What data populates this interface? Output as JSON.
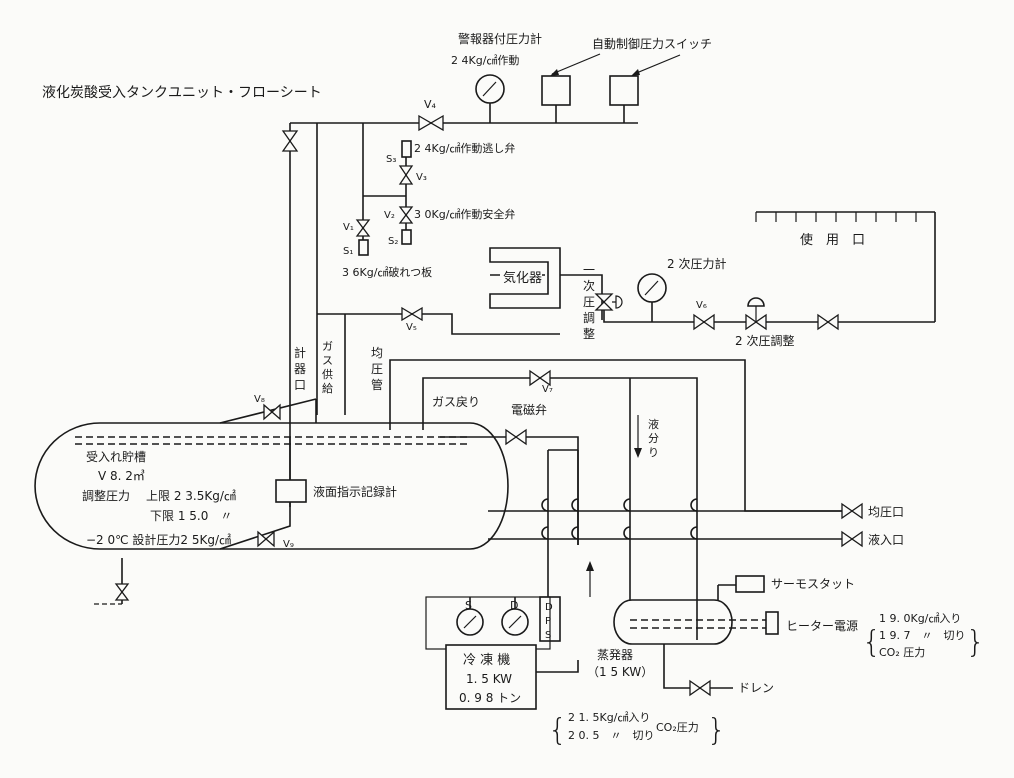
{
  "title": "液化炭酸受入タンクユニット・フローシート",
  "top": {
    "alarm_gauge": "警報器付圧力計",
    "alarm_gauge_note": "2 4Kg/㎠作動",
    "auto_switch": "自動制御圧力スイッチ"
  },
  "valves": {
    "v1": "V₁",
    "v2": "V₂",
    "v3": "V₃",
    "v4": "V₄",
    "v5": "V₅",
    "v6": "V₆",
    "v7": "V₇",
    "v8": "V₈",
    "v9": "V₉"
  },
  "safety": {
    "s1": "S₁",
    "s2": "S₂",
    "s3": "S₃",
    "relief": "2 4Kg/㎠作動逃し弁",
    "safety_valve": "3 0Kg/㎠作動安全弁",
    "rupture_disc": "3 6Kg/㎠破れつ板"
  },
  "vaporizer": "気化器",
  "primary_regulator": [
    "一",
    "次",
    "圧",
    "調",
    "整"
  ],
  "secondary_gauge": "2 次圧力計",
  "secondary_regulator": "2 次圧調整",
  "use_port": "使　用　口",
  "pipes": {
    "meter_port": [
      "計",
      "器",
      "口"
    ],
    "gas_supply": [
      "ガ",
      "ス",
      "供",
      "給"
    ],
    "equalizer": [
      "均",
      "圧",
      "管"
    ],
    "gas_return": "ガス戻り",
    "solenoid": "電磁弁",
    "liquid_split": [
      "液",
      "分",
      "り"
    ]
  },
  "tank": {
    "name": "受入れ貯槽",
    "volume": "V 8. 2㎥",
    "adjust_label": "調整圧力",
    "upper": "上限 2 3.5Kg/㎠",
    "lower": "下限 1 5.0　〃",
    "design": "−2 0℃ 設計圧力2 5Kg/㎠",
    "level_recorder": "液面指示記録計"
  },
  "ports": {
    "equalize_port": "均圧口",
    "liquid_inlet": "液入口",
    "drain": "ドレン"
  },
  "evaporator": {
    "thermostat": "サーモスタット",
    "heater": "ヒーター電源",
    "name": "蒸発器",
    "power": "（1 5 KW）",
    "brace_lines": [
      "1 9. 0Kg/㎠入り",
      "1 9. 7　〃　切り",
      "CO₂ 圧力"
    ]
  },
  "refrigerator": {
    "gauge_s": "S",
    "gauge_d": "D",
    "dps": [
      "D",
      "P",
      "S"
    ],
    "name": "冷 凍 機",
    "power": "1. 5 KW",
    "capacity": "0. 9 8 トン",
    "brace_lines": [
      "2 1. 5Kg/㎠入り",
      "2 0. 5　〃　切り"
    ],
    "brace_label": "CO₂圧力"
  }
}
